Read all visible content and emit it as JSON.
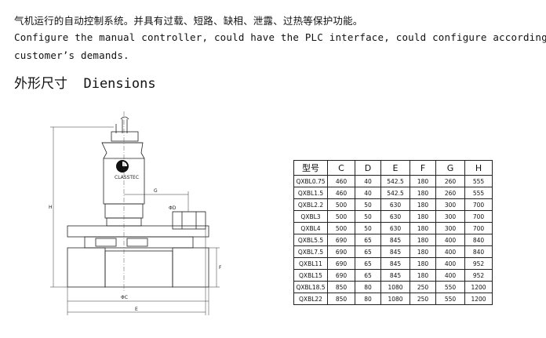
{
  "text": {
    "line1": "气机运行的自动控制系统。并具有过载、短路、缺相、泄露、过热等保护功能。",
    "line2": "Configure the manual controller, could have the PLC interface, could configure according to",
    "line3": "customer’s demands.",
    "heading": "外形尺寸  Diensions"
  },
  "drawing": {
    "labels": {
      "H": "H",
      "G": "G",
      "D": "ΦD",
      "F": "F",
      "C": "ΦC",
      "E": "E"
    },
    "logo_text": "CLASSTEC"
  },
  "table": {
    "headers": [
      "型号",
      "C",
      "D",
      "E",
      "F",
      "G",
      "H"
    ],
    "rows": [
      [
        "QXBL0.75",
        "460",
        "40",
        "542.5",
        "180",
        "260",
        "555"
      ],
      [
        "QXBL1.5",
        "460",
        "40",
        "542.5",
        "180",
        "260",
        "555"
      ],
      [
        "QXBL2.2",
        "500",
        "50",
        "630",
        "180",
        "300",
        "700"
      ],
      [
        "QXBL3",
        "500",
        "50",
        "630",
        "180",
        "300",
        "700"
      ],
      [
        "QXBL4",
        "500",
        "50",
        "630",
        "180",
        "300",
        "700"
      ],
      [
        "QXBL5.5",
        "690",
        "65",
        "845",
        "180",
        "400",
        "840"
      ],
      [
        "QXBL7.5",
        "690",
        "65",
        "845",
        "180",
        "400",
        "840"
      ],
      [
        "QXBL11",
        "690",
        "65",
        "845",
        "180",
        "400",
        "952"
      ],
      [
        "QXBL15",
        "690",
        "65",
        "845",
        "180",
        "400",
        "952"
      ],
      [
        "QXBL18.5",
        "850",
        "80",
        "1080",
        "250",
        "550",
        "1200"
      ],
      [
        "QXBL22",
        "850",
        "80",
        "1080",
        "250",
        "550",
        "1200"
      ]
    ]
  }
}
